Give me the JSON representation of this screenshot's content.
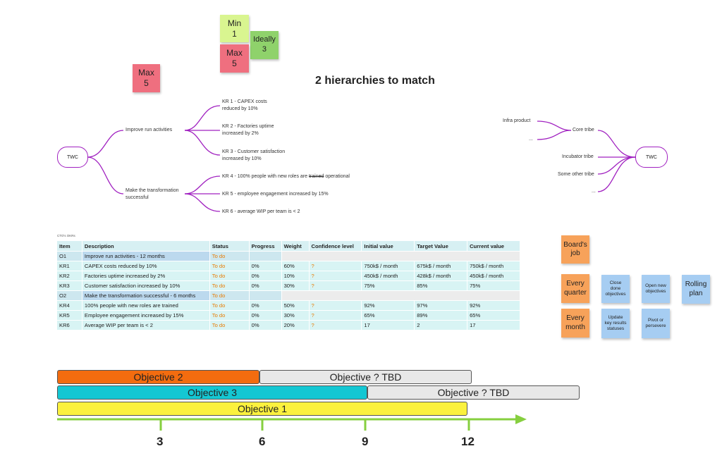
{
  "stickies": {
    "min": "Min\n1",
    "ideally": "Ideally\n3",
    "max_top": "Max\n5",
    "max_left": "Max\n5",
    "boards_job": "Board's\njob",
    "every_quarter": "Every\nquarter",
    "every_month": "Every\nmonth",
    "close_done": "Close\ndone\nobjectives",
    "open_new": "Open new\nobjectives",
    "rolling_plan": "Rolling\nplan",
    "update_kr": "Update\nkey results\nstatuses",
    "pivot": "Pivot or\npersevere"
  },
  "title": "2 hierarchies to match",
  "left_tree": {
    "root": "TWC",
    "objective1": "Improve run activities",
    "objective2": "Make the transformation\nsuccessful",
    "kr1": "KR 1 - CAPEX costs\nreduced by 10%",
    "kr2": "KR 2 - Factories uptime\nincreased by 2%",
    "kr3": "KR 3 - Customer satisfaction\nincreased by 10%",
    "kr4_prefix": "KR 4 - 100% people with new roles are ",
    "kr4_struck": "trained",
    "kr4_suffix": " operational",
    "kr5": "KR 5 - employee engagement increased by 15%",
    "kr6": "KR 6 - average WIP per team is < 2"
  },
  "right_tree": {
    "root": "TWC",
    "core_tribe": "Core tribe",
    "infra_product": "Infra product",
    "ellipsis1": "...",
    "incubator_tribe": "Incubator tribe",
    "some_other_tribe": "Some other tribe",
    "ellipsis2": "..."
  },
  "table": {
    "caption": "CTO's OKRs",
    "headers": [
      "Item",
      "Description",
      "Status",
      "Progress",
      "Weight",
      "Confidence level",
      "Initial value",
      "Target Value",
      "Current value"
    ],
    "rows": [
      {
        "item": "O1",
        "desc": "Improve run activities - 12 months",
        "status": "To do"
      },
      {
        "item": "KR1",
        "desc": "CAPEX costs reduced by 10%",
        "status": "To do",
        "progress": "0%",
        "weight": "60%",
        "conf": "?",
        "initial": "750k$ / month",
        "target": "675k$ / month",
        "current": "750k$ / month"
      },
      {
        "item": "KR2",
        "desc": "Factories uptime increased by 2%",
        "status": "To do",
        "progress": "0%",
        "weight": "10%",
        "conf": "?",
        "initial": "450k$ / month",
        "target": "428k$ / month",
        "current": "450k$ / month"
      },
      {
        "item": "KR3",
        "desc": "Customer satisfaction increased by 10%",
        "status": "To do",
        "progress": "0%",
        "weight": "30%",
        "conf": "?",
        "initial": "75%",
        "target": "85%",
        "current": "75%"
      },
      {
        "item": "O2",
        "desc": "Make the transformation successful - 6 months",
        "status": "To do"
      },
      {
        "item": "KR4",
        "desc": "100% people with new roles are trained",
        "status": "To do",
        "progress": "0%",
        "weight": "50%",
        "conf": "?",
        "initial": "92%",
        "target": "97%",
        "current": "92%"
      },
      {
        "item": "KR5",
        "desc": "Employee engagement increased by 15%",
        "status": "To do",
        "progress": "0%",
        "weight": "30%",
        "conf": "?",
        "initial": "65%",
        "target": "89%",
        "current": "65%"
      },
      {
        "item": "KR6",
        "desc": "Average WIP per team is < 2",
        "status": "To do",
        "progress": "0%",
        "weight": "20%",
        "conf": "?",
        "initial": "17",
        "target": "2",
        "current": "17"
      }
    ]
  },
  "timeline": {
    "bars": {
      "objective2": "Objective 2",
      "tbd1": "Objective ? TBD",
      "objective3": "Objective 3",
      "tbd2": "Objective ? TBD",
      "objective1": "Objective 1"
    },
    "ticks": [
      "3",
      "6",
      "9",
      "12"
    ]
  },
  "colors": {
    "sticky_green": "#d9f590",
    "sticky_green_dark": "#8fd26b",
    "sticky_red": "#ef6f7f",
    "sticky_orange": "#f7a25a",
    "sticky_blue": "#a6cdf2",
    "mind_line": "#a020c0",
    "status_orange": "#e87b00",
    "bar_orange": "#f36c0f",
    "bar_cyan": "#14c7d3",
    "bar_yellow": "#fbf13e",
    "bar_grey": "#e8e8e8",
    "timeline_green": "#86cf3f"
  }
}
